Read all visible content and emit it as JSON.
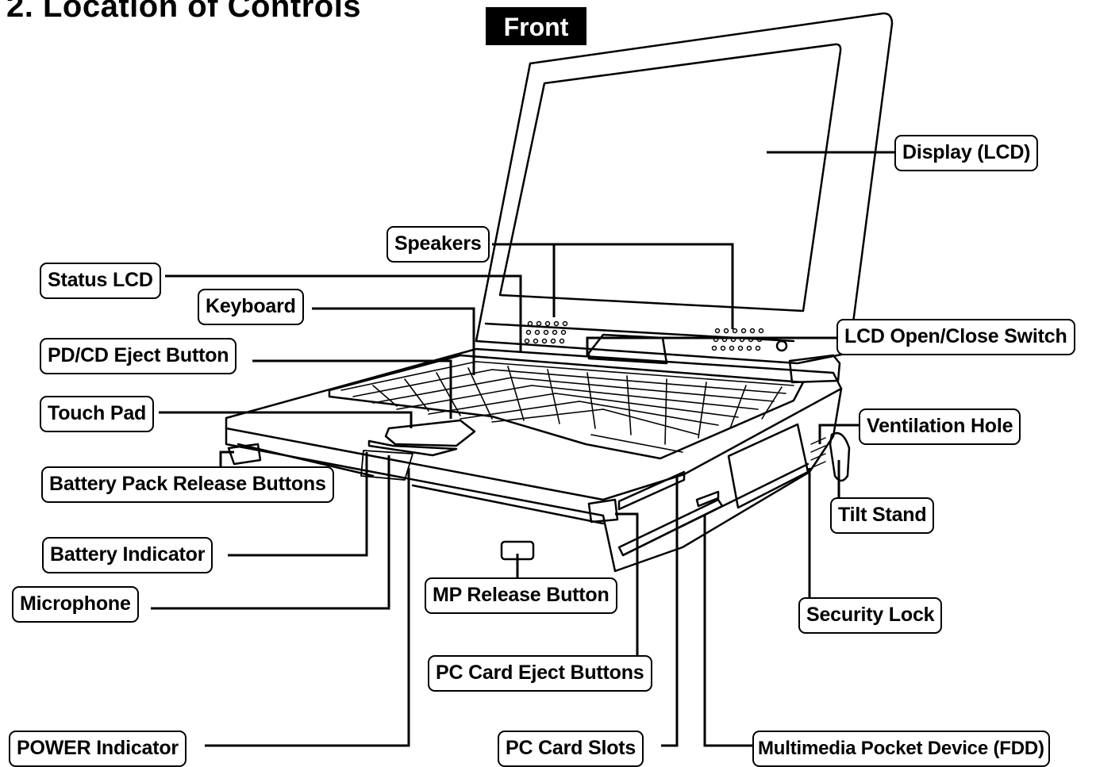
{
  "heading": "2. Location of Controls",
  "view_label": "Front",
  "callouts": {
    "display": "Display (LCD)",
    "speakers": "Speakers",
    "status_lcd": "Status LCD",
    "keyboard": "Keyboard",
    "lcd_switch": "LCD Open/Close Switch",
    "pdcd_eject": "PD/CD Eject Button",
    "touch_pad": "Touch Pad",
    "ventilation": "Ventilation Hole",
    "battery_release": "Battery Pack Release Buttons",
    "tilt_stand": "Tilt Stand",
    "battery_indicator": "Battery Indicator",
    "mp_release": "MP Release Button",
    "microphone": "Microphone",
    "security_lock": "Security Lock",
    "pc_card_eject": "PC Card Eject Buttons",
    "power_indicator": "POWER Indicator",
    "pc_card_slots": "PC Card Slots",
    "multimedia_pocket": "Multimedia Pocket Device (FDD)"
  }
}
